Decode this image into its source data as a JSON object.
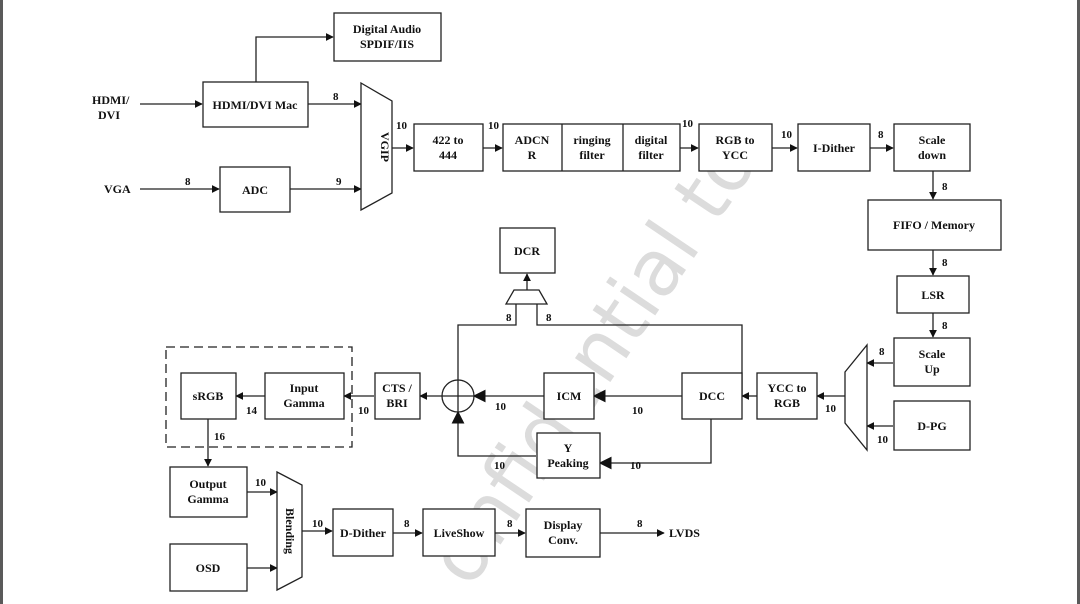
{
  "inputs": {
    "hdmi_line1": "HDMI/",
    "hdmi_line2": "DVI",
    "vga": "VGA"
  },
  "output": {
    "lvds": "LVDS"
  },
  "blocks": {
    "digital_audio": [
      "Digital Audio",
      "SPDIF/IIS"
    ],
    "hdmi_mac": [
      "HDMI/DVI Mac"
    ],
    "adc": [
      "ADC"
    ],
    "vgip": [
      "VGIP"
    ],
    "conv_422_444": [
      "422 to",
      "444"
    ],
    "adcnr": [
      "ADCN",
      "R"
    ],
    "ringing_filter": [
      "ringing",
      "filter"
    ],
    "digital_filter": [
      "digital",
      "filter"
    ],
    "rgb_to_ycc": [
      "RGB to",
      "YCC"
    ],
    "i_dither": [
      "I-Dither"
    ],
    "scale_down": [
      "Scale",
      "down"
    ],
    "fifo_memory": [
      "FIFO / Memory"
    ],
    "lsr": [
      "LSR"
    ],
    "scale_up": [
      "Scale",
      "Up"
    ],
    "d_pg": [
      "D-PG"
    ],
    "ycc_to_rgb": [
      "YCC to",
      "RGB"
    ],
    "dcc": [
      "DCC"
    ],
    "icm": [
      "ICM"
    ],
    "y_peaking": [
      "Y",
      "Peaking"
    ],
    "dcr": [
      "DCR"
    ],
    "cts_bri": [
      "CTS /",
      "BRI"
    ],
    "input_gamma": [
      "Input",
      "Gamma"
    ],
    "srgb": [
      "sRGB"
    ],
    "output_gamma": [
      "Output",
      "Gamma"
    ],
    "osd": [
      "OSD"
    ],
    "blending": [
      "Blending"
    ],
    "d_dither": [
      "D-Dither"
    ],
    "liveshow": [
      "LiveShow"
    ],
    "display_conv": [
      "Display",
      "Conv."
    ]
  },
  "bit_widths": {
    "hdmi_mac_out": "8",
    "vga_in": "8",
    "adc_out": "9",
    "vgip_out": "10",
    "conv_422_out": "10",
    "filter_out": "10",
    "rgb_to_ycc_out": "10",
    "i_dither_out": "8",
    "scale_down_out": "8",
    "fifo_out": "8",
    "lsr_out": "8",
    "scale_up_out": "8",
    "d_pg_out": "10",
    "ycc_to_rgb_out": "10",
    "dcc_to_icm": "10",
    "icm_to_sum": "10",
    "dcc_to_peaking": "10",
    "peaking_to_sum": "10",
    "dcr_in_left": "8",
    "dcr_in_right": "8",
    "cts_to_input_gamma": "10",
    "input_gamma_to_srgb": "14",
    "srgb_to_output_gamma": "16",
    "output_gamma_out": "10",
    "blending_out": "10",
    "d_dither_out": "8",
    "liveshow_out": "8",
    "display_conv_out": "8"
  },
  "watermark": "onfidential to"
}
